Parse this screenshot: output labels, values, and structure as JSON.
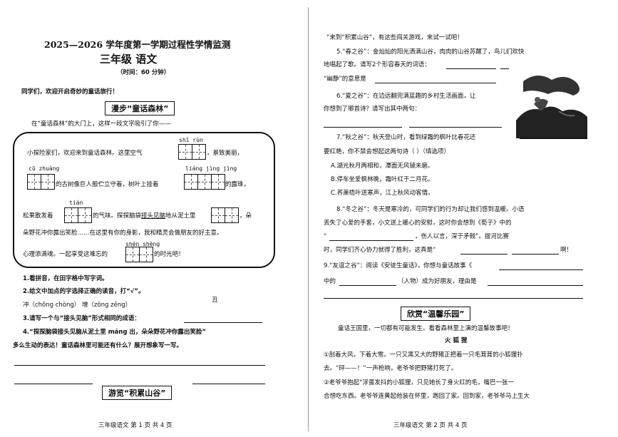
{
  "left": {
    "title": "2025—2026 学年度第一学期过程性学情监测",
    "grade": "三年级   语文",
    "time": "（时间：60 分钟）",
    "greeting": "同学们，欢迎开启奇妙的童话旅行！",
    "section1": "漫步“童话森林”",
    "intro": "在“童话森林”的大门上，这样一段文字吸引了你——",
    "pinyin1": "shī  rùn",
    "pinyin2": "cū zhuàng",
    "pinyin3": "liáng  jìng  jìng",
    "pinyin4": "tián",
    "pinyin5": "shén shèng",
    "passage_l1a": "小探险家们，欢迎来到童话森林。这里空气",
    "passage_l1b": "，景致美丽，",
    "passage_l2a": "的古树像巨人般伫立守着，树叶上挂着",
    "passage_l2b": "的露珠，",
    "passage_l3a": "松果散发着",
    "passage_l3b": "的气味。探探脑袋",
    "passage_l3b2": "接头见脑",
    "passage_l3b3": "地从泥土里",
    "passage_l3c": "，朵",
    "passage_l4": "朵野花冲你露出笑脸……在这里有你的身影，我和精灵会做朋友的好主意。",
    "passage_l5a": "心理添满魂。一起享受这难忘的",
    "passage_l5b": "的时光吧！",
    "q1": "1.看拼音，在田字格中写字词。",
    "q2": "2.给文中加点的字选择正确的读音，打“√”。",
    "q2_options": "冲（chōng  chòng）     增（zōng  zēng）",
    "q2_mark": "丑",
    "q3": "3.请写一个与“接头见脑”形式相同的成语：",
    "q4": "4.“探探脑袋接头见脑从泥土里 máng 出，朵朵野花冲你露出笑脸”",
    "q4b": "多么生动的表达！童话森林里可能还有什么？展开想象写一写。",
    "section2": "游览“积累山谷”",
    "footer": "三年级语文    第 1 页 共 4 页"
  },
  "right": {
    "intro": "“来到“积累山谷”，有这些闯关游戏，来试一试吧！",
    "q5a": "5.“春之谷”：金灿灿的阳光洒满山谷，肉肉的山谷苏醒了，鸟儿们欢快",
    "q5b": "地唱起了歌。请写2个形容春天的词语：",
    "q5c": "“幽静”的意思是",
    "q6a": "6.“夏之谷”：在边远翻完满蓝趣的乡村生活画面，让",
    "q6b": "你想到了哪首诗？请写出其中两句：",
    "q7a": "7.“秋之谷”：秋天登山时，看到绿霜的枫叶比春花还",
    "q7b": "要红艳，你不禁会想起这两句诗（        ）（填选项）",
    "q7_a": "A.湖光秋月两相和，潭面无风镜未磨。",
    "q7_b": "B.停车坐爱枫林晚，霜叶红于二月花。",
    "q7_c": "C.荞萧梧叶送寒声，江上秋风动客情。",
    "q8a": "8.“冬之谷”：冬天是寒冷的，可同学们的行为却让我们感到温暖。小语",
    "q8b": "丢失了心爱的手套，小文送上暖心的安慰，这时你会想到《荀子》中的",
    "q8c": "“",
    "q8c2": "，伤人以言，深于矛戟”。拔河比赛",
    "q8d": "时，同学们齐心协力就得了胜利，这真是“",
    "q8d2": "啊！",
    "q9a": "9.“友谊之谷”：阅读《安徒生童话》，你想与童话故事《",
    "q9b": "中的",
    "q9c": "（人物）成为好朋友，理由是",
    "section3": "欣赏“温馨乐园”",
    "s3_intro": "童话王国里，一切都有可能发生。看看森林里上演的温馨故事吧！",
    "story_title": "火  狐  狸",
    "p1a": "①刮着大风，下着大雪。一只又黑又大的野猪正把着一只毛茸茸的小狐狸扑",
    "p1b": "去。“砰——！”一声枪响，老爷爷把野猪打死了。",
    "p2a": "②老爷爷抱起°浮蛋发抖的小狐狸，只见她长了身火红的毛，嘴巴一张一",
    "p2b": "合想吃东西。老爷爷连黄起他装在怀里，跑回了家。回到家，老爷爷马上生大",
    "footer": "三年级语文    第 2 页 共 4 页"
  }
}
